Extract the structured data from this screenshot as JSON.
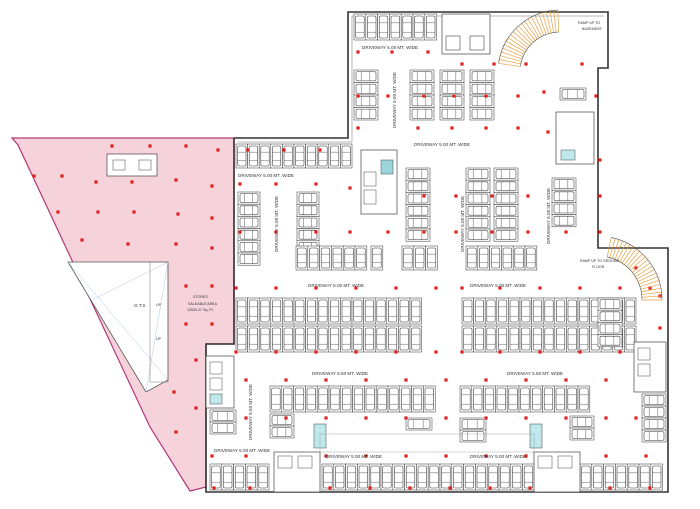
{
  "colors": {
    "wall": "#555555",
    "outline": "#333333",
    "pink_fill": "#f6d2da",
    "pink_border": "#b23a7a",
    "column": "#e02020",
    "ramp": "#e8a040",
    "stair_fill": "#bfe8ec",
    "shaft": "#9ad5dc"
  },
  "labels": {
    "driveway_top": "DRIVEWAY 5.00 MT. WIDE",
    "driveway_upper_left": "DRIVEWAY 5.00 MT. WIDE",
    "driveway_mid_upper": "DRIVEWAY 5.00 MT. WIDE",
    "driveway_vert_a": "DRIVEWAY 5.00 MT. WIDE",
    "driveway_vert_b": "DRIVEWAY 5.00 MT. WIDE",
    "driveway_vert_c": "DRIVEWAY 5.00 MT. WIDE",
    "driveway_vert_d": "DRIVEWAY 5.00 MT. WIDE",
    "driveway_mid_left": "DRIVEWAY 5.00 MT. WIDE",
    "driveway_mid_right": "DRIVEWAY 5.00 MT. WIDE",
    "driveway_low_left": "DRIVEWAY 5.50 MT. WIDE",
    "driveway_low_right": "DRIVEWAY 5.50 MT. WIDE",
    "driveway_vert_low": "DRIVEWAY 5.50 MT. WIDE",
    "driveway_bottom_left": "DRIVEWAY 5.00 MT. WIDE",
    "driveway_bottom_mid": "DRIVEWAY 5.00 MT. WIDE",
    "driveway_bottom_right": "DRIVEWAY 5.00 MT. WIDE",
    "ramp_top_1": "RAMP UP TO",
    "ramp_top_2": "BASEMENT",
    "ramp_right_1": "RAMP UP TO GROUND",
    "ramp_right_2": "FLOOR",
    "stores_1": "STORES",
    "stores_2": "SALEABLE AREA",
    "stores_3": "13530.27 Sq. Ft.",
    "otb": "O.T.S",
    "up_1": "UP",
    "up_2": "UP"
  }
}
